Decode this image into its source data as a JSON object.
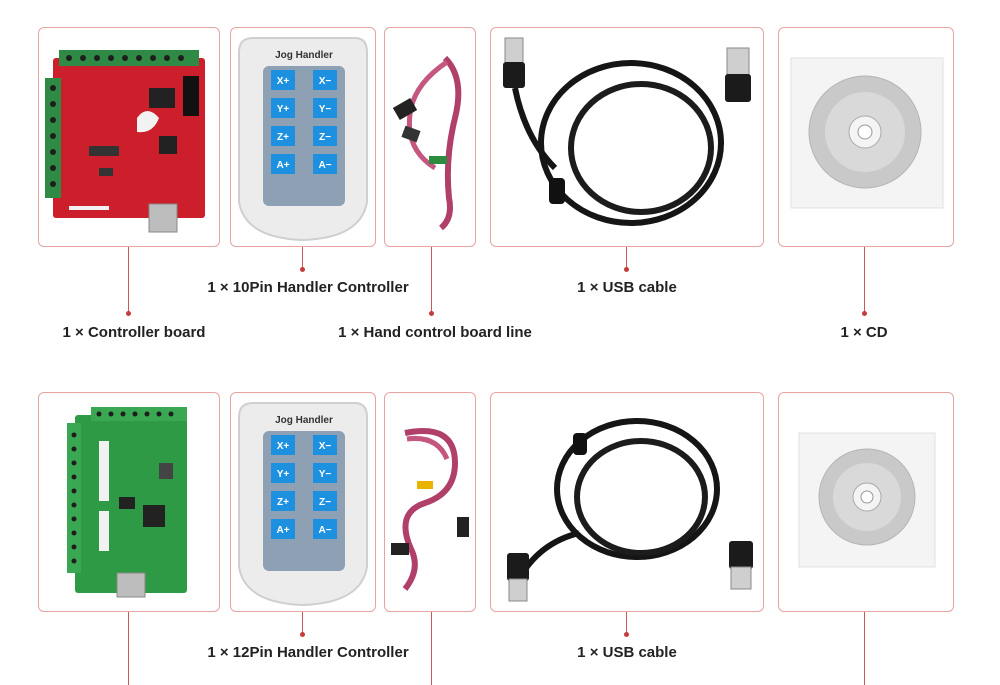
{
  "row1": {
    "labels": {
      "controller_board": "1 × Controller board",
      "handler_controller": "1 × 10Pin Handler Controller",
      "hand_control_line": "1 × Hand control board line",
      "usb_cable": "1 × USB cable",
      "cd": "1 × CD"
    },
    "handler_title": "Jog Handler",
    "board_color": "#cc1f2b"
  },
  "row2": {
    "labels": {
      "handler_controller": "1 × 12Pin Handler Controller",
      "usb_cable": "1 × USB cable"
    },
    "handler_title": "Jog Handler",
    "board_color": "#2f9a45"
  },
  "handler_keys": [
    [
      "X+",
      "X−"
    ],
    [
      "Y+",
      "Y−"
    ],
    [
      "Z+",
      "Z−"
    ],
    [
      "A+",
      "A−"
    ]
  ],
  "colors": {
    "accent_line": "#d05858",
    "box_border": "#e8a3a3",
    "key_blue": "#1e90e0"
  }
}
